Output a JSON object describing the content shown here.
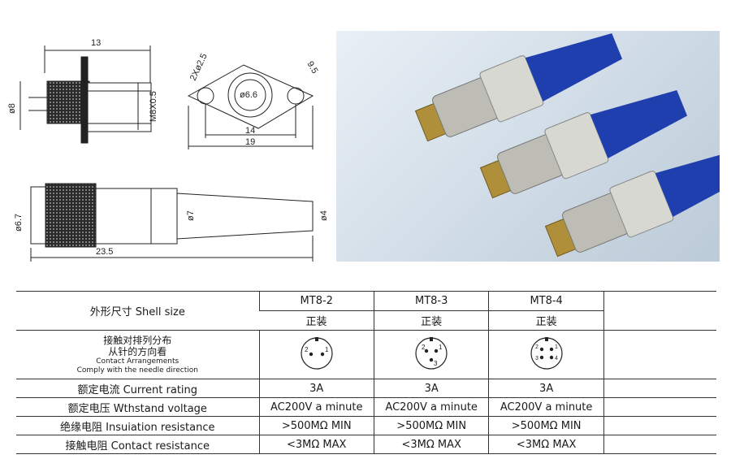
{
  "drawing": {
    "dims": {
      "top_len": "13",
      "dia8": "ø8",
      "thread": "M8X0.5",
      "holes": "2Xø2.5",
      "dia66": "ø6.6",
      "d95": "9.5",
      "d14": "14",
      "d19": "19",
      "dia67": "ø6.7",
      "dia7": "ø7",
      "dia4": "ø4",
      "d235": "23.5"
    }
  },
  "table": {
    "models": [
      "MT8-2",
      "MT8-3",
      "MT8-4"
    ],
    "rows": {
      "shell": {
        "label": "外形尺寸 Shell size",
        "values": [
          "正装",
          "正装",
          "正装"
        ]
      },
      "contact": {
        "label_cn_1": "接触对排列分布",
        "label_cn_2": "从针的方向看",
        "label_en_1": "Contact Arrangements",
        "label_en_2": "Comply with the needle direction"
      },
      "current": {
        "label": "额定电流 Current rating",
        "values": [
          "3A",
          "3A",
          "3A"
        ]
      },
      "voltage": {
        "label": "额定电压 Wthstand voltage",
        "values": [
          "AC200V a minute",
          "AC200V a minute",
          "AC200V a minute"
        ]
      },
      "insulation": {
        "label": "绝缘电阻 Insuiation resistance",
        "values": [
          ">500MΩ MIN",
          ">500MΩ MIN",
          ">500MΩ MIN"
        ]
      },
      "resistance": {
        "label": "接触电阻 Contact resistance",
        "values": [
          "<3MΩ MAX",
          "<3MΩ MAX",
          "<3MΩ MAX"
        ]
      }
    },
    "pin_labels": {
      "p1": "1",
      "p2": "2",
      "p3": "3",
      "p4": "4"
    }
  },
  "colors": {
    "boot_blue": "#1f3fae",
    "metal": "#c9c9c4",
    "line": "#333333"
  }
}
